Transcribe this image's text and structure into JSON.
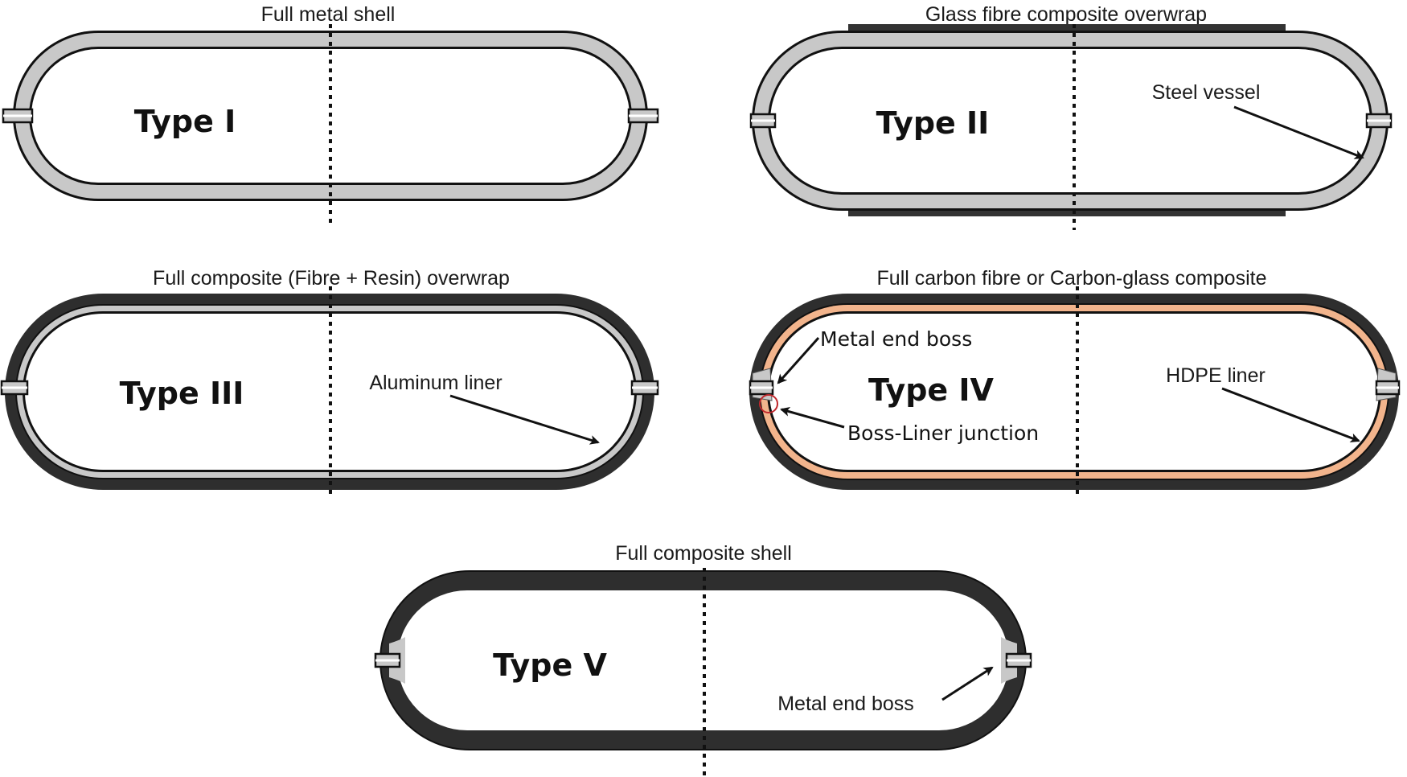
{
  "figure": {
    "panels": [
      {
        "id": "type-i",
        "title": "Type I",
        "caption": "Full metal shell",
        "annotations": []
      },
      {
        "id": "type-ii",
        "title": "Type II",
        "caption": "Glass fibre composite overwrap",
        "annotations": [
          {
            "text": "Steel vessel"
          }
        ]
      },
      {
        "id": "type-iii",
        "title": "Type III",
        "caption": "Full composite (Fibre + Resin) overwrap",
        "annotations": [
          {
            "text": "Aluminum liner"
          }
        ]
      },
      {
        "id": "type-iv",
        "title": "Type IV",
        "caption": "Full carbon fibre or Carbon-glass composite",
        "annotations": [
          {
            "text": "Metal end boss"
          },
          {
            "text": "Boss-Liner junction"
          },
          {
            "text": "HDPE liner"
          }
        ]
      },
      {
        "id": "type-v",
        "title": "Type V",
        "caption": "Full composite shell",
        "annotations": [
          {
            "text": "Metal end boss"
          }
        ]
      }
    ],
    "colors": {
      "metal": "#c8c8c8",
      "composite": "#2e2e2e",
      "hdpe_liner": "#f2b48c",
      "outline": "#111111",
      "junction_marker": "#c0282d"
    }
  }
}
